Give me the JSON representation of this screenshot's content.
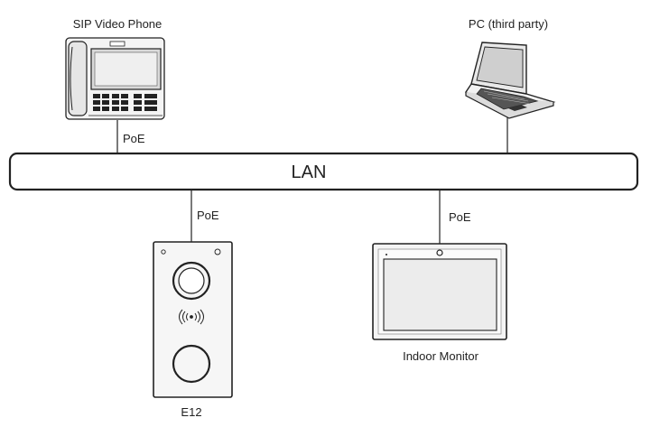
{
  "network": {
    "label": "LAN"
  },
  "devices": {
    "sip_phone": {
      "label": "SIP Video Phone",
      "link": "PoE"
    },
    "pc": {
      "label": "PC (third party)"
    },
    "door_station": {
      "label": "E12",
      "link": "PoE"
    },
    "indoor_monitor": {
      "label": "Indoor Monitor",
      "link": "PoE"
    }
  },
  "colors": {
    "stroke": "#222222",
    "device_fill": "#f2f2f2",
    "screen_fill": "#d9d9d9"
  }
}
